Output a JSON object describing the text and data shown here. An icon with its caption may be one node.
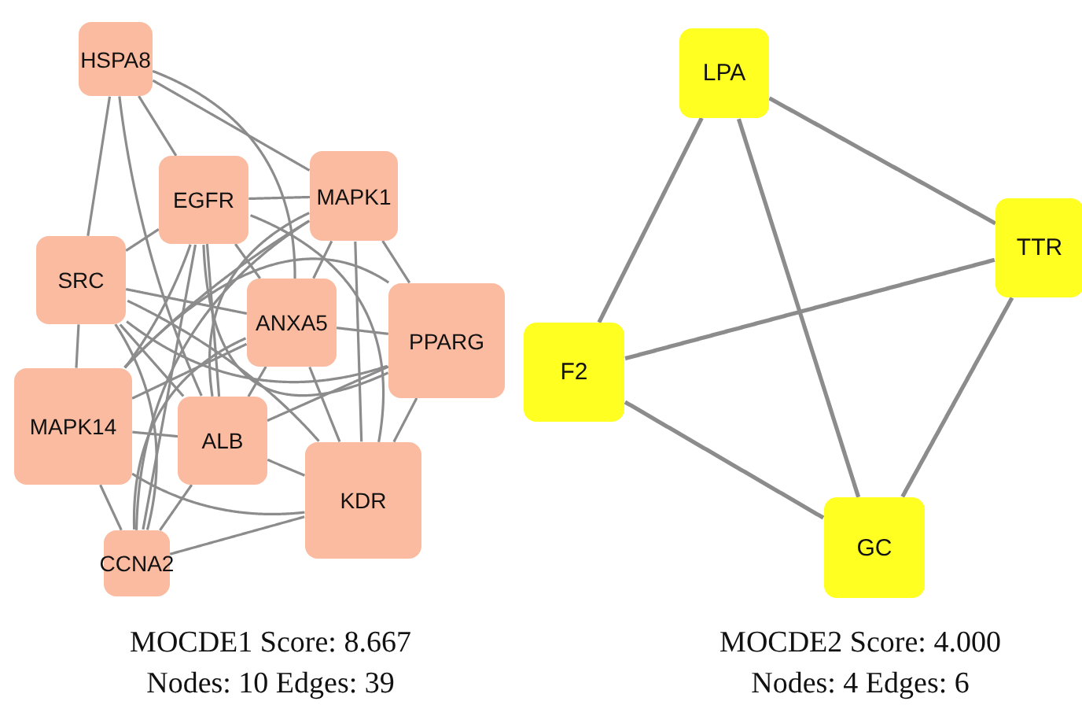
{
  "diagram": {
    "nodes": [
      {
        "text": [
          "HSPA8"
        ]
      },
      {
        "text": [
          "EGFR"
        ]
      },
      {
        "text": [
          "MAPK1"
        ]
      },
      {
        "text": [
          "SRC"
        ]
      },
      {
        "text": [
          "ANXA5"
        ]
      },
      {
        "text": [
          "PPARG"
        ]
      },
      {
        "text": [
          "MAPK14"
        ]
      },
      {
        "text": [
          "ALB"
        ]
      },
      {
        "text": [
          "KDR"
        ]
      },
      {
        "text": [
          "CCNA2"
        ]
      },
      {
        "text": [
          "LPA"
        ]
      },
      {
        "text": [
          "TTR"
        ]
      },
      {
        "text": [
          "F2"
        ]
      },
      {
        "text": [
          "GC"
        ]
      }
    ],
    "edges": [
      {
        "from": 0,
        "to": 1,
        "arrow": "none"
      },
      {
        "from": 0,
        "to": 2,
        "arrow": "none"
      },
      {
        "from": 0,
        "to": 3,
        "arrow": "none"
      },
      {
        "from": 0,
        "to": 4,
        "arrow": "none"
      },
      {
        "from": 0,
        "to": 7,
        "arrow": "none"
      },
      {
        "from": 1,
        "to": 2,
        "arrow": "none"
      },
      {
        "from": 1,
        "to": 3,
        "arrow": "none"
      },
      {
        "from": 1,
        "to": 4,
        "arrow": "none"
      },
      {
        "from": 1,
        "to": 5,
        "arrow": "none"
      },
      {
        "from": 1,
        "to": 6,
        "arrow": "none"
      },
      {
        "from": 1,
        "to": 7,
        "arrow": "none"
      },
      {
        "from": 1,
        "to": 8,
        "arrow": "none"
      },
      {
        "from": 1,
        "to": 9,
        "arrow": "none"
      },
      {
        "from": 2,
        "to": 4,
        "arrow": "none"
      },
      {
        "from": 2,
        "to": 5,
        "arrow": "none"
      },
      {
        "from": 2,
        "to": 6,
        "arrow": "none"
      },
      {
        "from": 2,
        "to": 7,
        "arrow": "none"
      },
      {
        "from": 2,
        "to": 8,
        "arrow": "none"
      },
      {
        "from": 2,
        "to": 9,
        "arrow": "none"
      },
      {
        "from": 3,
        "to": 4,
        "arrow": "none"
      },
      {
        "from": 3,
        "to": 5,
        "arrow": "none"
      },
      {
        "from": 3,
        "to": 6,
        "arrow": "none"
      },
      {
        "from": 3,
        "to": 7,
        "arrow": "none"
      },
      {
        "from": 3,
        "to": 8,
        "arrow": "none"
      },
      {
        "from": 3,
        "to": 9,
        "arrow": "none"
      },
      {
        "from": 4,
        "to": 5,
        "arrow": "none"
      },
      {
        "from": 4,
        "to": 6,
        "arrow": "none"
      },
      {
        "from": 4,
        "to": 7,
        "arrow": "none"
      },
      {
        "from": 4,
        "to": 8,
        "arrow": "none"
      },
      {
        "from": 4,
        "to": 9,
        "arrow": "none"
      },
      {
        "from": 5,
        "to": 6,
        "arrow": "none"
      },
      {
        "from": 5,
        "to": 7,
        "arrow": "none"
      },
      {
        "from": 5,
        "to": 8,
        "arrow": "none"
      },
      {
        "from": 6,
        "to": 7,
        "arrow": "none"
      },
      {
        "from": 6,
        "to": 8,
        "arrow": "none"
      },
      {
        "from": 6,
        "to": 9,
        "arrow": "none"
      },
      {
        "from": 7,
        "to": 8,
        "arrow": "none"
      },
      {
        "from": 7,
        "to": 9,
        "arrow": "none"
      },
      {
        "from": 8,
        "to": 9,
        "arrow": "none"
      },
      {
        "from": 10,
        "to": 12,
        "arrow": "none"
      },
      {
        "from": 10,
        "to": 13,
        "arrow": "none"
      },
      {
        "from": 10,
        "to": 11,
        "arrow": "none"
      },
      {
        "from": 12,
        "to": 11,
        "arrow": "none"
      },
      {
        "from": 12,
        "to": 13,
        "arrow": "none"
      },
      {
        "from": 11,
        "to": 13,
        "arrow": "none"
      }
    ],
    "labels": [
      "MOCDE1 Score: 8.667",
      "Nodes: 10 Edges: 39",
      "MOCDE2 Score: 4.000",
      "Nodes: 4 Edges: 6"
    ]
  }
}
